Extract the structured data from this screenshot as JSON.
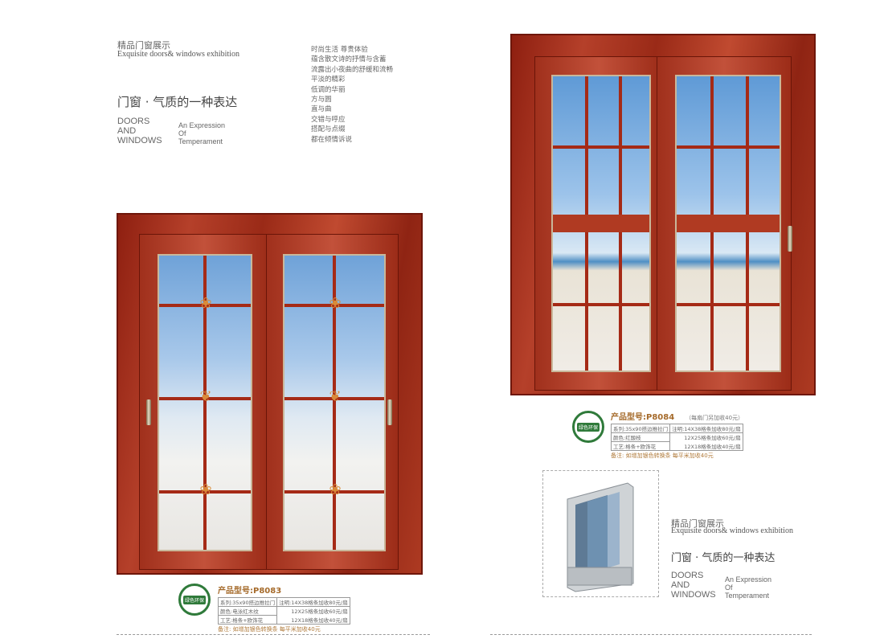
{
  "header_left": {
    "title_cn": "精品门窗展示",
    "title_en": "Exquisite doors& windows exhibition",
    "slogan_cn": "门窗 · 气质的一种表达",
    "doors_en": [
      "DOORS",
      "AND",
      "WINDOWS"
    ],
    "expression_en": [
      "An Expression",
      "Of",
      "Temperament"
    ],
    "poem": [
      "时尚生活  尊贵体验",
      "蕴含散文诗的抒情与含蓄",
      "流露出小夜曲的舒缓和流畅",
      "平淡的精彩",
      "低调的华丽",
      "方与圆",
      "直与曲",
      "交错与呼应",
      "搭配与点缀",
      "都在倾情诉说"
    ]
  },
  "header_right": {
    "title_cn": "精品门窗展示",
    "title_en": "Exquisite doors& windows exhibition",
    "slogan_cn": "门窗 · 气质的一种表达",
    "doors_en": [
      "DOORS",
      "AND",
      "WINDOWS"
    ],
    "expression_en": [
      "An Expression",
      "Of",
      "Temperament"
    ]
  },
  "seal_text": "绿色环保",
  "products": [
    {
      "model": "产品型号:P8083",
      "extra": "",
      "series": "系列:35x90搭边推拉门",
      "color": "颜色:电泳红木纹",
      "craft": "工艺:格条+欧饰花",
      "notes": [
        "注明:14X38格条加收80元/扇",
        "12X25格条加收60元/扇",
        "12X18格条加收40元/扇"
      ],
      "remark": "备注: 如增加银色转换条   每平米加收40元"
    },
    {
      "model": "产品型号:P8084",
      "extra": "（每扇门另加收40元）",
      "series": "系列:35x90搭边推拉门",
      "color": "颜色:红酸枝",
      "craft": "工艺:格条+欧饰花",
      "notes": [
        "注明:14X38格条加收80元/扇",
        "12X25格条加收60元/扇",
        "12X18格条加收40元/扇"
      ],
      "remark": "备注: 如增加银色转换条   每平米加收40元"
    }
  ]
}
